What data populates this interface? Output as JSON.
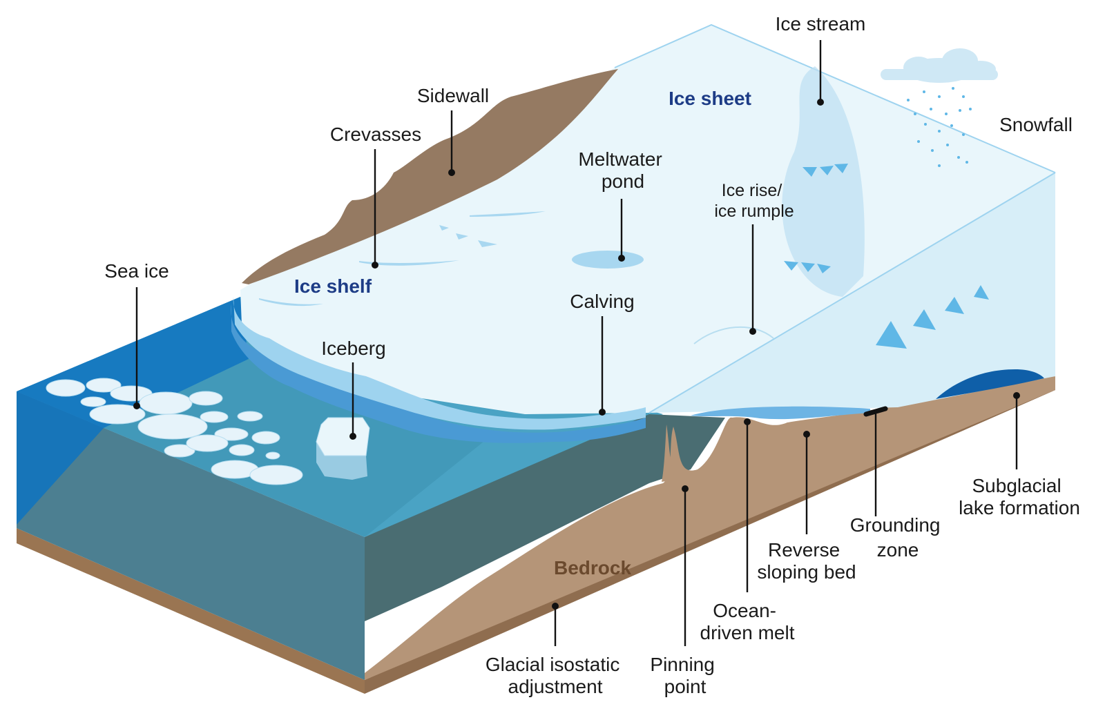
{
  "colors": {
    "ice_top": "#e9f6fb",
    "ice_side": "#d7eef8",
    "ice_edge_mid": "#9ed3ef",
    "ice_edge_dark": "#4a9ad4",
    "ocean_surface_deep": "#0e73c0",
    "ocean_surface": "#4aa3c4",
    "ocean_front": "#4c7f91",
    "ocean_cavity": "#4a6d72",
    "rock": "#b59578",
    "rock_top": "#ad9070",
    "rock_dark": "#8f6d4f",
    "sidewall": "#957a62",
    "subglacial_lake": "#0f5fa8",
    "region_ice_text": "#1d3c86",
    "region_rock_text": "#6b4a2e",
    "cloud": "#cfe8f5",
    "snow": "#5fb7e6"
  },
  "labels": {
    "ice_stream": "Ice stream",
    "sidewall": "Sidewall",
    "crevasses": "Crevasses",
    "meltwater_pond": [
      "Meltwater",
      "pond"
    ],
    "ice_rise": [
      "Ice rise/",
      "ice rumple"
    ],
    "snowfall": "Snowfall",
    "sea_ice": "Sea ice",
    "calving": "Calving",
    "iceberg": "Iceberg",
    "subglacial_lake": [
      "Subglacial",
      "lake formation"
    ],
    "grounding_zone": [
      "Grounding",
      "zone"
    ],
    "reverse_sloping_bed": [
      "Reverse",
      "sloping bed"
    ],
    "ocean_driven_melt": [
      "Ocean-",
      "driven melt"
    ],
    "pinning_point": [
      "Pinning",
      "point"
    ],
    "glacial_isostatic": [
      "Glacial isostatic",
      "adjustment"
    ]
  },
  "regions": {
    "ice_sheet": "Ice sheet",
    "ice_shelf": "Ice shelf",
    "bedrock": "Bedrock"
  }
}
